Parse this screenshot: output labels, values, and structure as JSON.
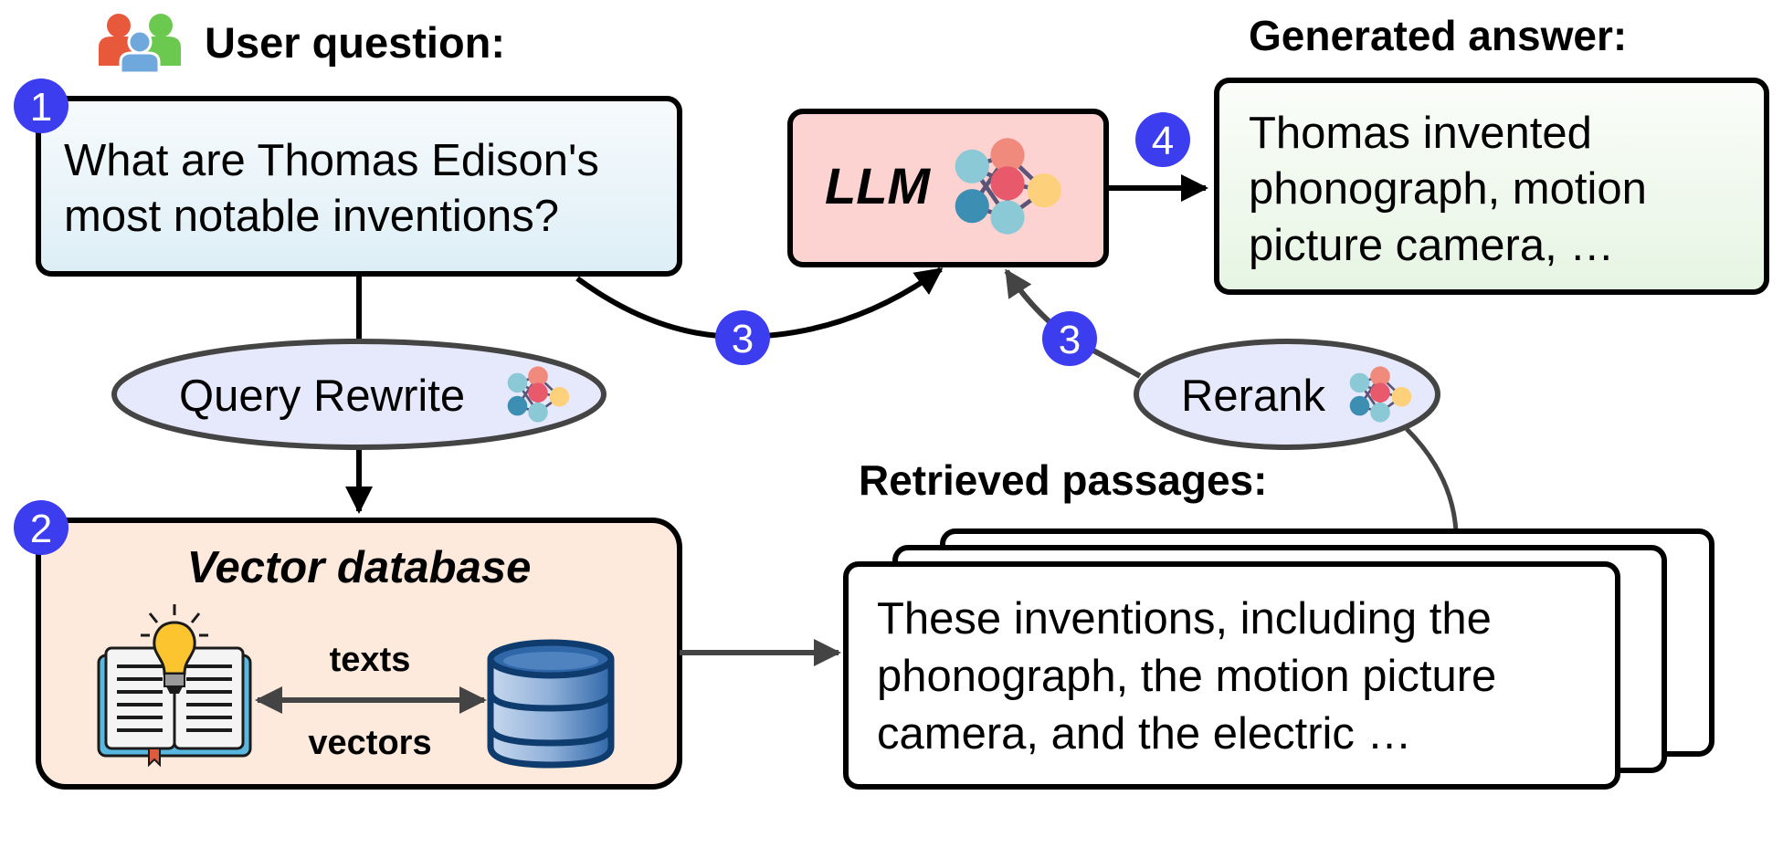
{
  "headings": {
    "user_question": "User question:",
    "generated_answer": "Generated answer:",
    "retrieved_passages": "Retrieved passages:"
  },
  "question_box": {
    "step": "1",
    "lines": [
      "What are Thomas Edison's",
      "most notable inventions?"
    ]
  },
  "llm_box": {
    "label": "LLM"
  },
  "answer_box": {
    "step": "4",
    "lines": [
      "Thomas invented",
      "phonograph, motion",
      "picture camera, …"
    ]
  },
  "query_rewrite": {
    "label": "Query Rewrite"
  },
  "rerank": {
    "label": "Rerank"
  },
  "vector_db": {
    "step": "2",
    "title": "Vector database",
    "texts_label": "texts",
    "vectors_label": "vectors"
  },
  "passages": {
    "lines": [
      "These inventions, including the",
      "phonograph, the motion picture",
      "camera, and the electric …"
    ]
  },
  "step_badges": {
    "three_left": "3",
    "three_right": "3"
  },
  "colors": {
    "badge": "#3d3df0",
    "question_bg_top": "#f7fbfd",
    "question_bg_bottom": "#ddeef6",
    "llm_bg": "#fdd3d1",
    "answer_bg_top": "#fbfdfa",
    "answer_bg_bottom": "#e6f5e3",
    "db_bg": "#feeadc",
    "ellipse_bg": "#e6e8fb",
    "arrow_dark": "#000000",
    "arrow_gray": "#444444"
  }
}
